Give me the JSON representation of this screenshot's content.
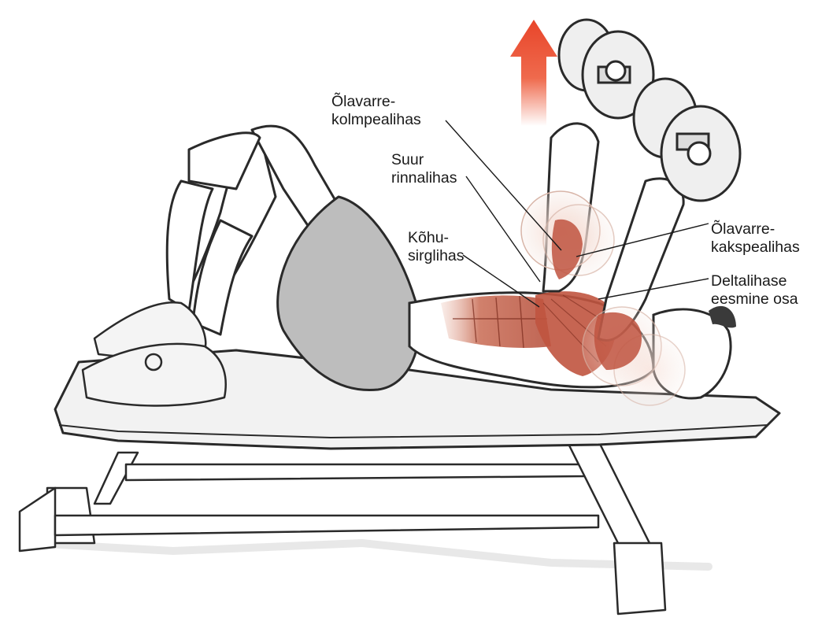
{
  "labels": {
    "triceps": {
      "line1": "Õlavarre-",
      "line2": "kolmpealihas"
    },
    "pectoralis": {
      "line1": "Suur",
      "line2": "rinnalihas"
    },
    "abdominis": {
      "line1": "Kõhu-",
      "line2": "sirglihas"
    },
    "biceps": {
      "line1": "Õlavarre-",
      "line2": "kakspealihas"
    },
    "deltoid": {
      "line1": "Deltalihase",
      "line2": "eesmine osa"
    }
  },
  "colors": {
    "arrow_top": "#e8452a",
    "arrow_bottom": "#ffffff",
    "muscle": "#c0543f",
    "outline": "#2a2a2a",
    "bench_fill": "#f2f2f2"
  },
  "icons": {
    "movement_arrow": "arrow-up-icon"
  }
}
